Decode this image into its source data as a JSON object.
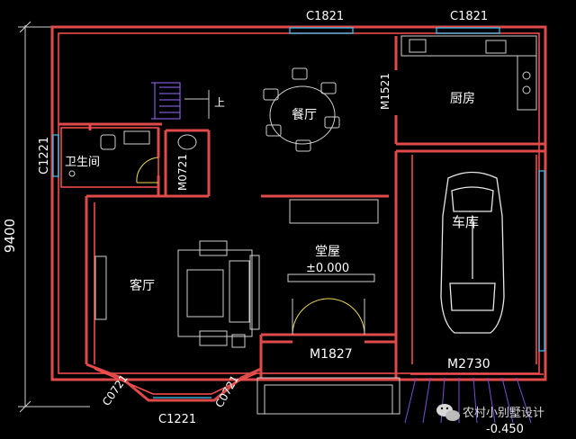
{
  "dimension": {
    "overall": "9400"
  },
  "windows": {
    "top_left": "C1821",
    "top_right": "C1821",
    "left": "C1221",
    "bottom": "C1221",
    "bay_left": "C0721",
    "bay_right": "C0721"
  },
  "doors": {
    "kitchen": "M1521",
    "bath": "M0721",
    "main": "M1827",
    "garage": "M2730"
  },
  "rooms": {
    "dining": "餐厅",
    "kitchen": "厨房",
    "bath": "卫生间",
    "hall": "堂屋",
    "hall_elevation": "±0.000",
    "living": "客厅",
    "garage": "车库",
    "stair_up": "上"
  },
  "outside_elevation": "-0.450",
  "watermark": {
    "text": "农村小别墅设计",
    "icon": "wechat-icon"
  },
  "colors": {
    "wall": "#e04a4a",
    "window": "#3cc8ff",
    "furniture": "#cfcfcf",
    "stair": "#9a6cff",
    "background": "#000000"
  }
}
